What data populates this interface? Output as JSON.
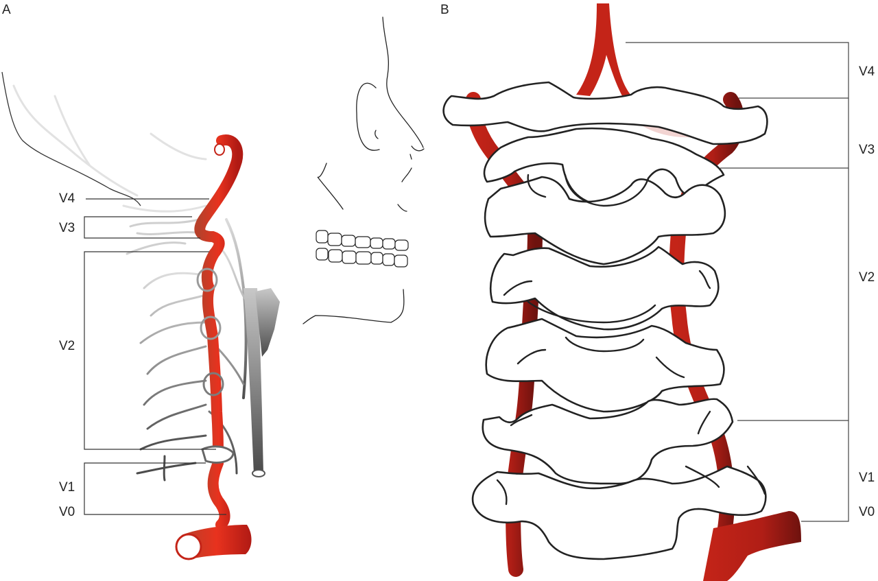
{
  "figure": {
    "panels": [
      {
        "id": "A",
        "label": "A",
        "view": "lateral"
      },
      {
        "id": "B",
        "label": "B",
        "view": "anterior"
      }
    ]
  },
  "panel_a": {
    "letter": "A",
    "segments": [
      "V4",
      "V3",
      "V2",
      "V1",
      "V0"
    ]
  },
  "panel_b": {
    "letter": "B",
    "segments": [
      "V4",
      "V3",
      "V2",
      "V1",
      "V0"
    ]
  },
  "colors": {
    "artery": "#c42418",
    "artery_dark": "#7e1410",
    "artery_bright": "#e8321e",
    "outline": "#222222",
    "vein_gray": "#8a8a8a",
    "vein_light": "#d4d4d4",
    "leader_line": "#333333",
    "hidden_artery": "#f2d4d2"
  }
}
